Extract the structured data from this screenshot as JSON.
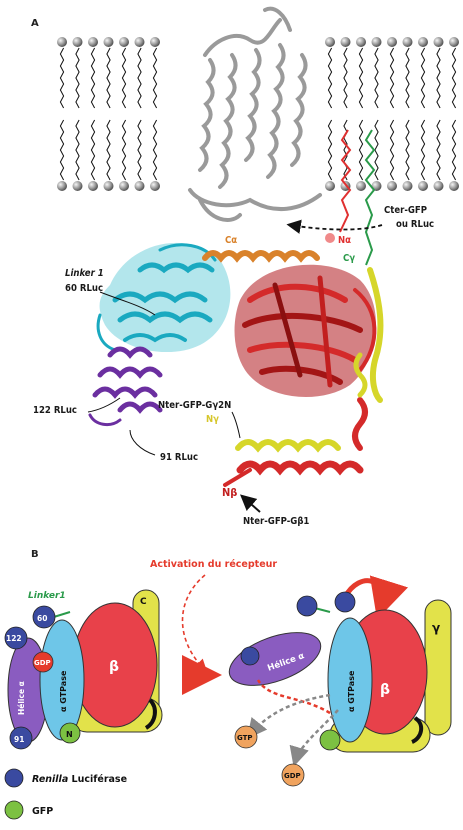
{
  "panel_a": {
    "letter": "A",
    "labels": {
      "calpha": "Cα",
      "nalpha": "Nα",
      "cgamma": "Cγ",
      "ngamma": "Nγ",
      "nbeta": "Nβ",
      "cter_line1": "Cter-GFP",
      "cter_line2": "ou RLuc",
      "linker_title": "Linker 1",
      "rluc60": "60 RLuc",
      "rluc122": "122 RLuc",
      "rluc91": "91 RLuc",
      "nter_gamma": "Nter-GFP-Gγ2N",
      "nter_beta": "Nter-GFP-Gβ1"
    }
  },
  "panel_b": {
    "letter": "B",
    "activation": "Activation du récepteur",
    "linker": "Linker1",
    "markers": {
      "m60": "60",
      "m122": "122",
      "m91": "91"
    },
    "gdp": "GDP",
    "gtp": "GTP",
    "helice": "Hélice α",
    "gtpase": "α GTPase",
    "beta": "β",
    "gamma": "γ",
    "c": "C",
    "n": "N"
  },
  "legend": {
    "renilla_italic": "Renilla",
    "renilla_rest": " Luciférase",
    "gfp": "GFP"
  },
  "colors": {
    "renilla": "#3a4aa0",
    "gfp": "#7cc142",
    "alpha_gtpase": "#6ec6e8",
    "beta": "#e8414a",
    "gamma": "#e2e24a",
    "helix": "#8a5cc0",
    "activation": "#e53b2c",
    "linker": "#2a9a4a"
  }
}
